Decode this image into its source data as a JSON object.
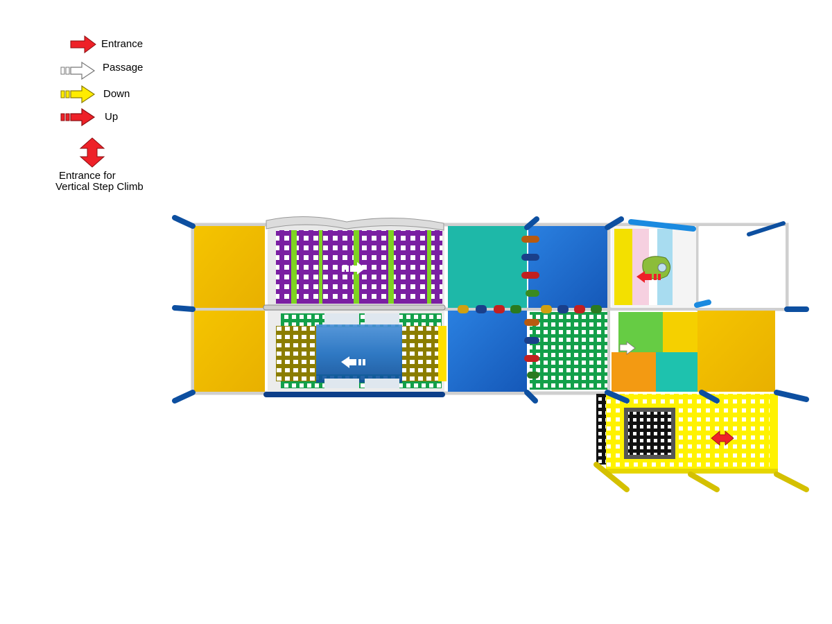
{
  "legend": {
    "items": [
      {
        "label": "Entrance",
        "icon": "entrance-arrow-icon",
        "color": "#ee2128"
      },
      {
        "label": "Passage",
        "icon": "passage-arrow-icon",
        "color": "#ffffff"
      },
      {
        "label": "Down",
        "icon": "down-arrow-icon",
        "color": "#ffec00"
      },
      {
        "label": "Up",
        "icon": "up-arrow-icon",
        "color": "#ee2128"
      }
    ],
    "vertical_step_climb": {
      "line1": "Entrance for",
      "line2": "Vertical Step Climb",
      "icon": "double-vertical-arrow-icon",
      "color": "#ee2128"
    }
  },
  "colors": {
    "yellow_panel": "#f2c200",
    "purple_net": "#7a1fa2",
    "lime_stripe": "#7ed321",
    "teal": "#1eb8a8",
    "blue": "#1f6fd1",
    "dark_blue_post": "#0d4fa0",
    "green_grid": "#13a04a",
    "bright_yellow": "#fff200",
    "orange_block": "#f39a12",
    "green_block": "#66cc44",
    "black_hatch": "#111111"
  }
}
